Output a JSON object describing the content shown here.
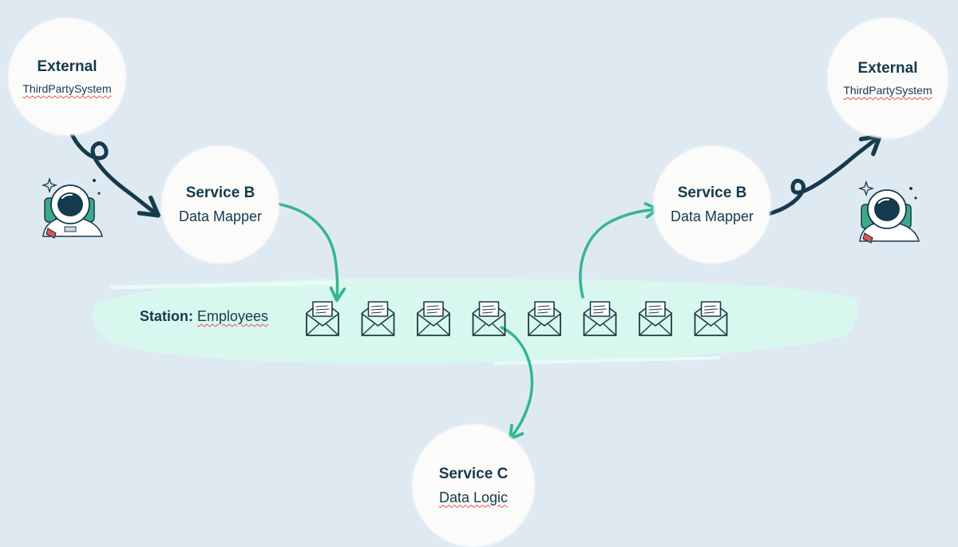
{
  "nodes": {
    "external_left": {
      "title": "External",
      "subtitle": "ThirdPartySystem"
    },
    "service_b_left": {
      "title": "Service B",
      "subtitle": "Data Mapper"
    },
    "service_b_right": {
      "title": "Service B",
      "subtitle": "Data Mapper"
    },
    "external_right": {
      "title": "External",
      "subtitle": "ThirdPartySystem"
    },
    "service_c": {
      "title": "Service C",
      "subtitle": "Data Logic"
    }
  },
  "station": {
    "prefix": "Station:",
    "name": "Employees",
    "message_count": 8
  },
  "colors": {
    "background": "#dfe9f2",
    "station_band": "#d8f7ef",
    "node_fill": "#fbfbfa",
    "text": "#163a4d",
    "arrow_dark": "#163a4d",
    "arrow_teal": "#34b596",
    "astronaut_accent": "#3aa98c"
  },
  "icons": [
    "astronaut-icon",
    "envelope-icon",
    "sparkle-icon"
  ]
}
